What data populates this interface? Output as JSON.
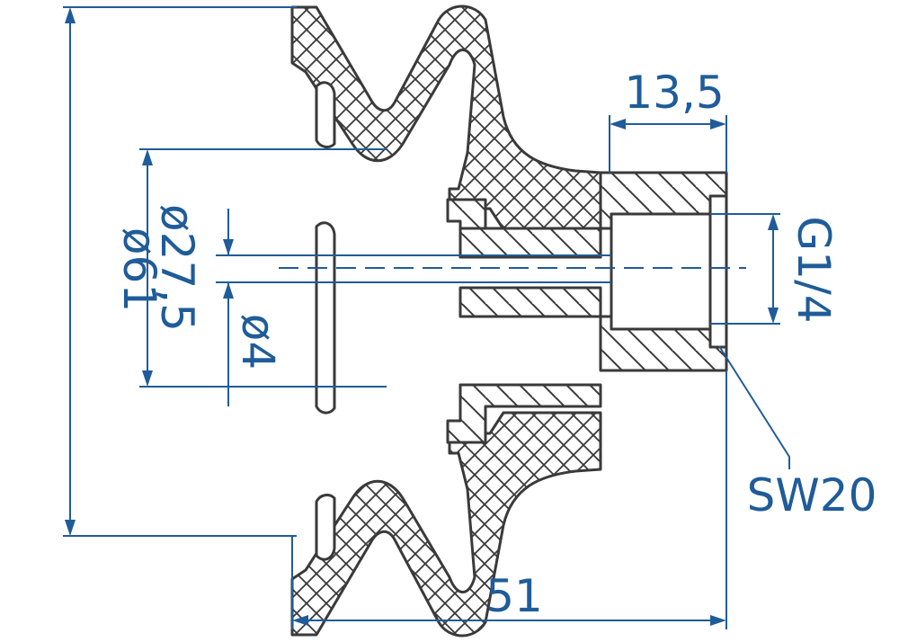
{
  "dimensions": {
    "overall_diameter": "ø61",
    "inner_diameter": "ø27,5",
    "bore_diameter": "ø4",
    "nut_length": "13,5",
    "thread": "G1/4",
    "wrench_size": "SW20",
    "total_height": "51"
  },
  "colors": {
    "dimension": "#1f5c99",
    "outline": "#3a3a3a",
    "background": "#ffffff"
  }
}
